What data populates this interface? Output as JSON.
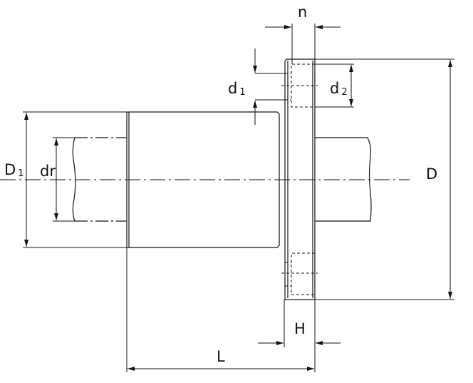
{
  "labels": {
    "n": "n",
    "d1_main": "d",
    "d1_sub": "1",
    "d2_main": "d",
    "d2_sub": "2",
    "D1_main": "D",
    "D1_sub": "1",
    "dr": "dr",
    "D": "D",
    "H": "H",
    "L": "L"
  },
  "colors": {
    "line": "#111111",
    "background": "#ffffff"
  }
}
